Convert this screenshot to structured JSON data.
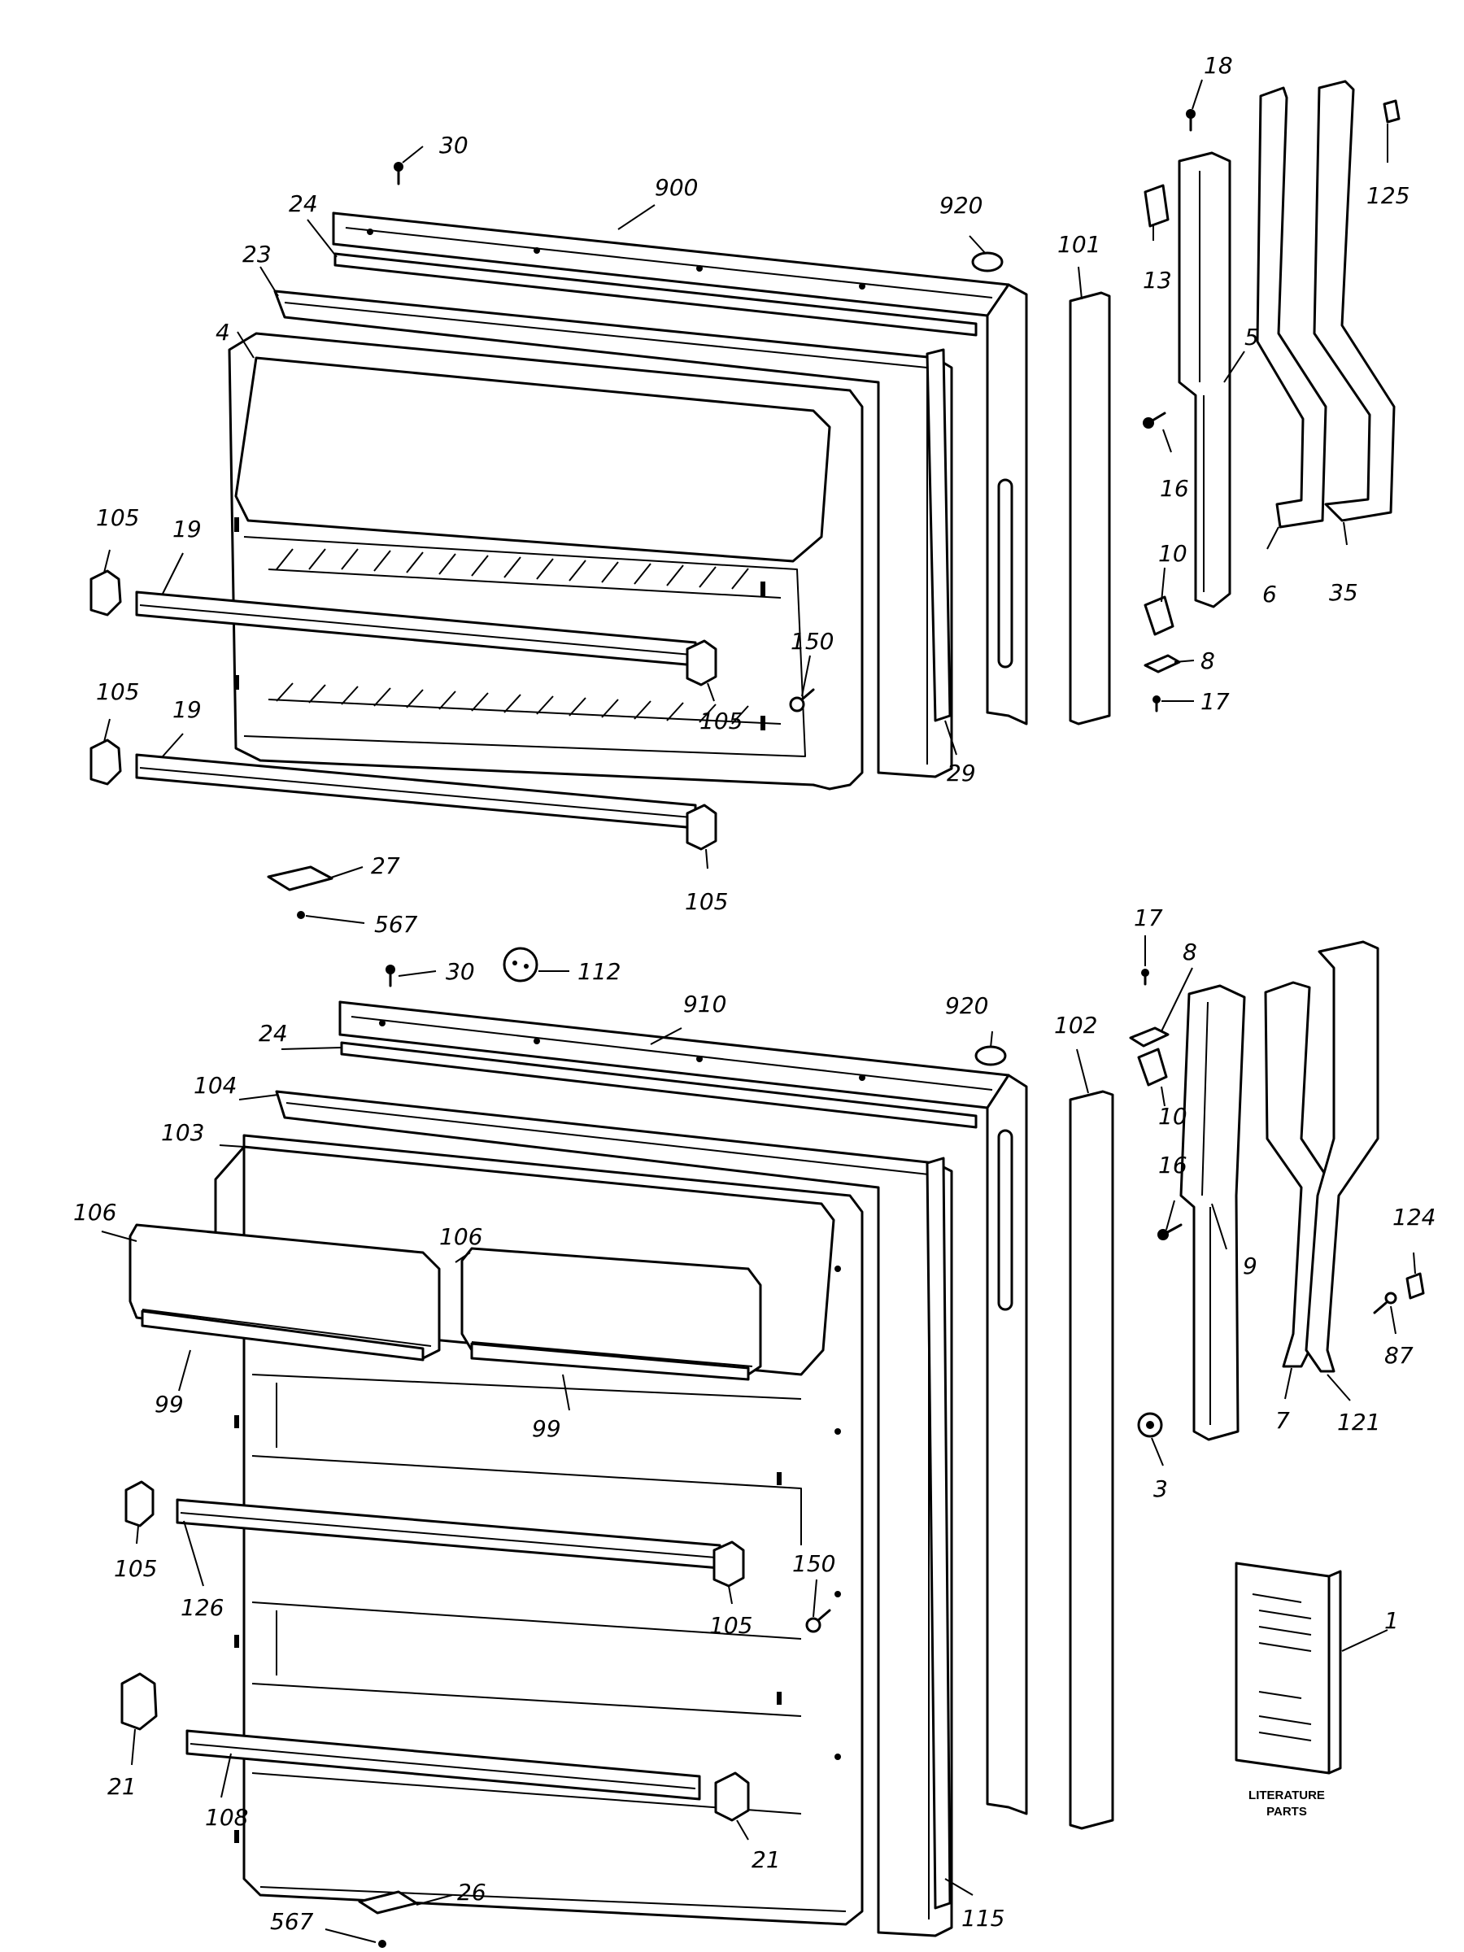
{
  "callouts": {
    "c30_top": "30",
    "c18": "18",
    "c900": "900",
    "c920_top": "920",
    "c24_top": "24",
    "c23": "23",
    "c4": "4",
    "c101": "101",
    "c13": "13",
    "c5": "5",
    "c125": "125",
    "c16_top": "16",
    "c6": "6",
    "c35": "35",
    "c10_top": "10",
    "c8_top": "8",
    "c17_top": "17",
    "c105_a": "105",
    "c19_a": "19",
    "c150_top": "150",
    "c105_b": "105",
    "c29": "29",
    "c105_c": "105",
    "c19_b": "19",
    "c105_d": "105",
    "c27": "27",
    "c567_top": "567",
    "c17_bot": "17",
    "c8_bot": "8",
    "c30_bot": "30",
    "c112": "112",
    "c910": "910",
    "c920_bot": "920",
    "c102": "102",
    "c24_bot": "24",
    "c104": "104",
    "c103": "103",
    "c106_a": "106",
    "c106_b": "106",
    "c10_bot": "10",
    "c16_bot": "16",
    "c9": "9",
    "c124": "124",
    "c99_a": "99",
    "c99_b": "99",
    "c87": "87",
    "c7": "7",
    "c121": "121",
    "c3": "3",
    "c105_e": "105",
    "c126": "126",
    "c150_bot": "150",
    "c105_f": "105",
    "c1": "1",
    "c21_a": "21",
    "c108": "108",
    "c21_b": "21",
    "c115": "115",
    "c26": "26",
    "c567_bot": "567"
  },
  "literature": {
    "line1": "LITERATURE",
    "line2": "PARTS"
  }
}
